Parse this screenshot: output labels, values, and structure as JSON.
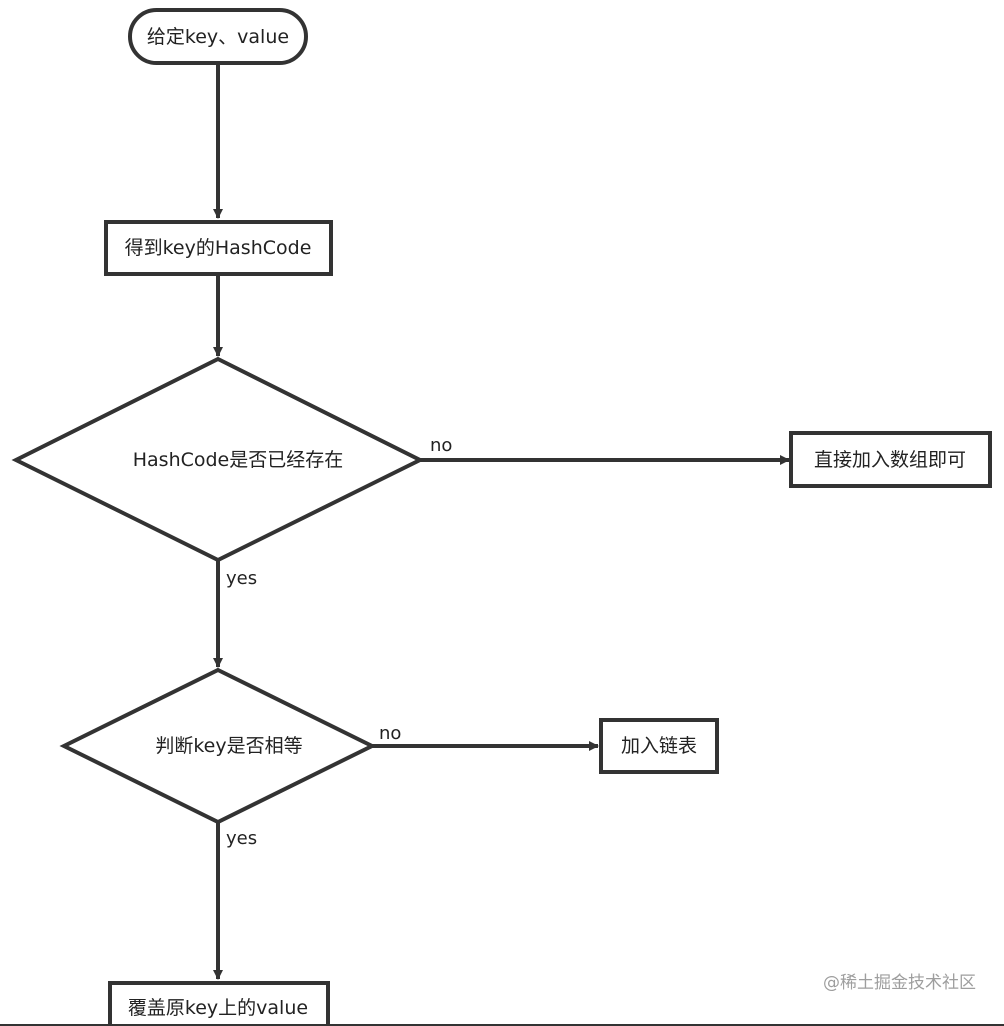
{
  "nodes": {
    "start": "给定key、value",
    "get_hash": "得到key的HashCode",
    "hash_exists": "HashCode是否已经存在",
    "add_array": "直接加入数组即可",
    "key_equal": "判断key是否相等",
    "add_list": "加入链表",
    "overwrite": "覆盖原key上的value"
  },
  "edges": {
    "hash_no": "no",
    "hash_yes": "yes",
    "key_no": "no",
    "key_yes": "yes"
  },
  "watermark": "@稀土掘金技术社区",
  "colors": {
    "stroke": "#333333",
    "text": "#222222",
    "watermark": "#9e9e9e",
    "background": "#ffffff"
  }
}
